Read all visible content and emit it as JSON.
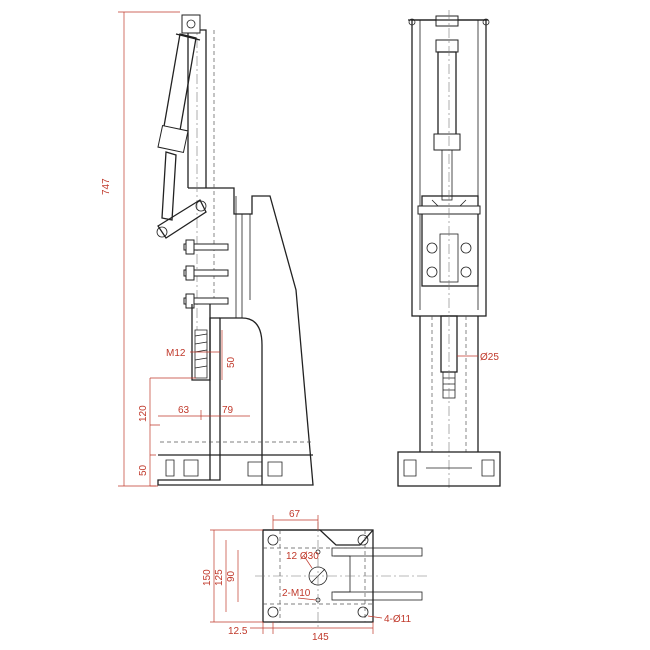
{
  "drawing": {
    "views": [
      "side-view",
      "front-view",
      "base-plate-top-view"
    ],
    "line_colors": {
      "outline": "#222222",
      "dimension": "#c0392b",
      "hidden": "#555555"
    }
  },
  "dimensions": {
    "overall_height": "747",
    "thread": "M12",
    "stroke": "50",
    "throat_height": "120",
    "throat_left": "63",
    "throat_right": "79",
    "base_height": "50",
    "ram_diameter": "Ø25",
    "plate_hole_offset": "67",
    "plate_height_outer": "150",
    "plate_height_mid": "125",
    "plate_height_inner": "90",
    "plate_bore": "12 Ø30",
    "plate_taps": "2-M10",
    "plate_edge": "12.5",
    "plate_width": "145",
    "plate_holes": "4-Ø11"
  }
}
